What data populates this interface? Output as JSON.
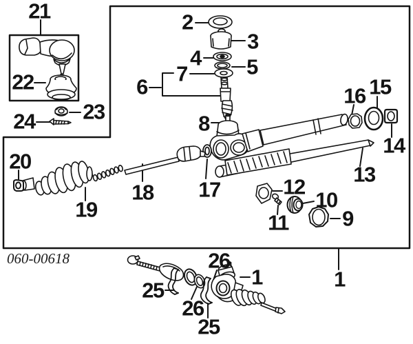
{
  "diagram": {
    "code": "060-00618",
    "colors": {
      "line": "#141414",
      "background": "#ffffff"
    },
    "callouts": [
      {
        "label": "21"
      },
      {
        "label": "22"
      },
      {
        "label": "23"
      },
      {
        "label": "24"
      },
      {
        "label": "2"
      },
      {
        "label": "3"
      },
      {
        "label": "4"
      },
      {
        "label": "5"
      },
      {
        "label": "6"
      },
      {
        "label": "7"
      },
      {
        "label": "8"
      },
      {
        "label": "16"
      },
      {
        "label": "15"
      },
      {
        "label": "14"
      },
      {
        "label": "13"
      },
      {
        "label": "17"
      },
      {
        "label": "18"
      },
      {
        "label": "19"
      },
      {
        "label": "20"
      },
      {
        "label": "12"
      },
      {
        "label": "11"
      },
      {
        "label": "10"
      },
      {
        "label": "9"
      },
      {
        "label": "1"
      },
      {
        "label": "26"
      },
      {
        "label": "1"
      },
      {
        "label": "25"
      },
      {
        "label": "26"
      },
      {
        "label": "25"
      }
    ]
  }
}
